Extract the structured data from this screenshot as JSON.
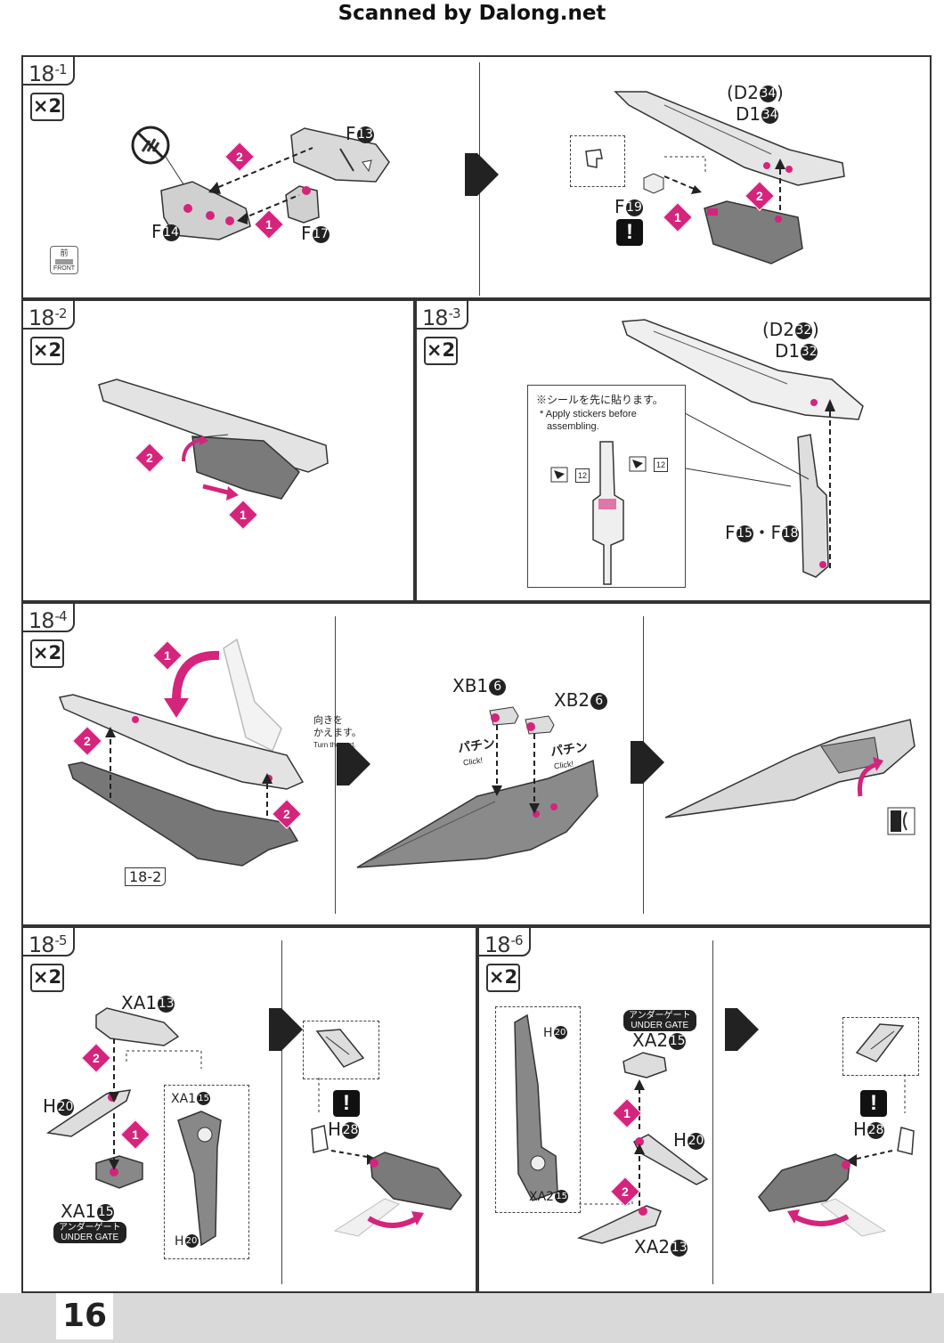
{
  "watermark": "Scanned by Dalong.net",
  "page_number": "16",
  "multiplier": "×2",
  "front_label": "FRONT",
  "front_kanji": "前",
  "steps": {
    "s18_1": {
      "tab_main": "18",
      "tab_sub": "1",
      "labels": {
        "f13": "F",
        "f13n": "13",
        "f14": "F",
        "f14n": "14",
        "f17": "F",
        "f17n": "17",
        "d2": "(D2",
        "d2n": "34",
        "d2close": ")",
        "d1": "D1",
        "d1n": "34",
        "f19": "F",
        "f19n": "19"
      },
      "warn": "!"
    },
    "s18_2": {
      "tab_main": "18",
      "tab_sub": "2"
    },
    "s18_3": {
      "tab_main": "18",
      "tab_sub": "3",
      "labels": {
        "d2": "(D2",
        "d2n": "32",
        "d2close": ")",
        "d1": "D1",
        "d1n": "32",
        "f15": "F",
        "f15n": "15",
        "dot": "・F",
        "f18n": "18"
      },
      "note_jp": "※シールを先に貼ります。",
      "note_en1": "* Apply stickers before",
      "note_en2": "assembling.",
      "sticker_num_a": "12",
      "sticker_num_b": "12"
    },
    "s18_4": {
      "tab_main": "18",
      "tab_sub": "4",
      "ref": "18-2",
      "turn_jp1": "向きを",
      "turn_jp2": "かえます。",
      "turn_en": "Turn the part.",
      "labels": {
        "xb1": "XB1",
        "xb1n": "6",
        "xb2": "XB2",
        "xb2n": "6"
      },
      "click_jp": "パチン",
      "click_en": "Click!"
    },
    "s18_5": {
      "tab_main": "18",
      "tab_sub": "5",
      "labels": {
        "xa1_top": "XA1",
        "xa1_topn": "13",
        "h20": "H",
        "h20n": "20",
        "xa1_bot": "XA1",
        "xa1_botn": "15",
        "inset_xa1": "XA1",
        "inset_xa1n": "15",
        "inset_h": "H",
        "inset_hn": "20",
        "h28": "H",
        "h28n": "28"
      },
      "under_gate_jp": "アンダーゲート",
      "under_gate_en": "UNDER GATE",
      "warn": "!"
    },
    "s18_6": {
      "tab_main": "18",
      "tab_sub": "6",
      "labels": {
        "xa2_top": "XA2",
        "xa2_topn": "15",
        "h20": "H",
        "h20n": "20",
        "xa2_bot": "XA2",
        "xa2_botn": "13",
        "inset_h": "H",
        "inset_hn": "20",
        "inset_xa2": "XA2",
        "inset_xa2n": "15",
        "h28": "H",
        "h28n": "28"
      },
      "under_gate_jp": "アンダーゲート",
      "under_gate_en": "UNDER GATE",
      "warn": "!"
    }
  },
  "step_markers": [
    "1",
    "2"
  ],
  "colors": {
    "accent": "#d4247c",
    "part_fill": "#8a8a8a",
    "part_light": "#cfcfcf",
    "line": "#333333"
  }
}
